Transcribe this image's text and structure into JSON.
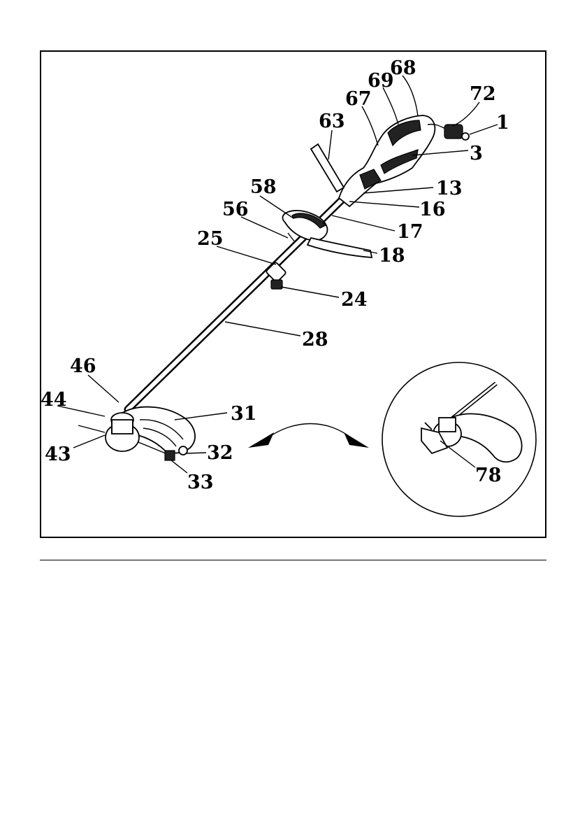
{
  "callouts": {
    "c68": "68",
    "c69": "69",
    "c67": "67",
    "c72": "72",
    "c1": "1",
    "c63": "63",
    "c3": "3",
    "c58": "58",
    "c13": "13",
    "c16": "16",
    "c56": "56",
    "c17": "17",
    "c25": "25",
    "c18": "18",
    "c24": "24",
    "c28": "28",
    "c46": "46",
    "c44": "44",
    "c31": "31",
    "c43": "43",
    "c32": "32",
    "c33": "33",
    "c78": "78"
  }
}
